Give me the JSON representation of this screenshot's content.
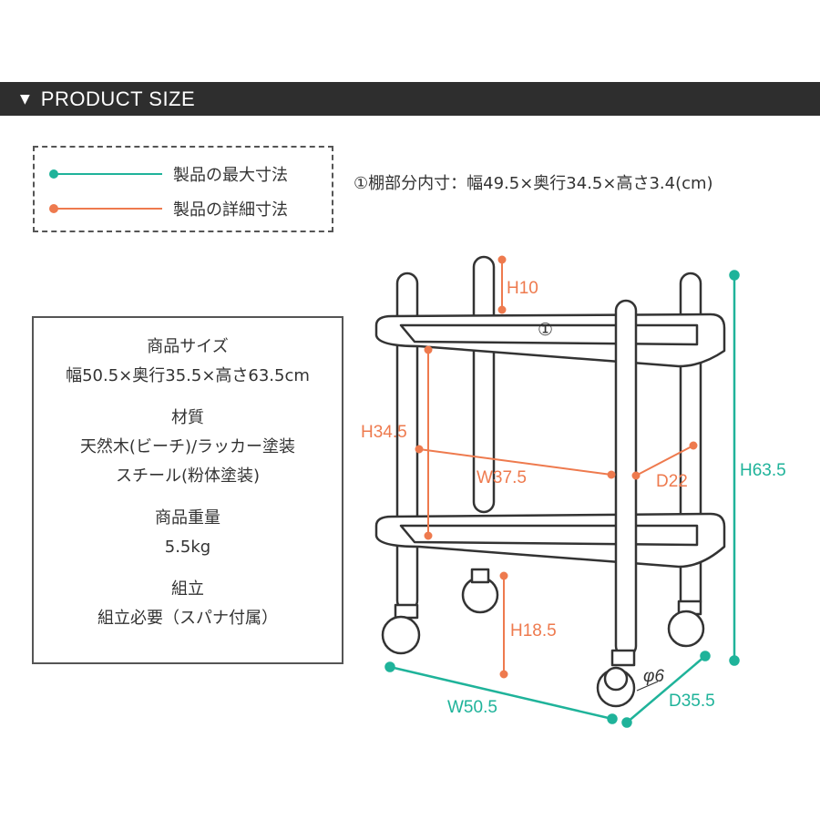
{
  "header": {
    "marker": "▼",
    "title": "PRODUCT SIZE"
  },
  "legend": [
    {
      "label": "製品の最大寸法",
      "color": "#1fb39a"
    },
    {
      "label": "製品の詳細寸法",
      "color": "#ee7a4e"
    }
  ],
  "inner_note": "①棚部分内寸：幅49.5×奥行34.5×高さ3.4(cm)",
  "spec": {
    "size_label": "商品サイズ",
    "size_value": "幅50.5×奥行35.5×高さ63.5cm",
    "material_label": "材質",
    "material_line1": "天然木(ビーチ)/ラッカー塗装",
    "material_line2": "スチール(粉体塗装)",
    "weight_label": "商品重量",
    "weight_value": "5.5kg",
    "assembly_label": "組立",
    "assembly_value": "組立必要（スパナ付属）"
  },
  "dimensions": {
    "h10": "H10",
    "shelf_marker": "①",
    "h34_5": "H34.5",
    "w37_5": "W37.5",
    "d22": "D22",
    "h63_5": "H63.5",
    "h18_5": "H18.5",
    "phi6": "φ6",
    "w50_5": "W50.5",
    "d35_5": "D35.5"
  },
  "colors": {
    "max": "#1fb39a",
    "detail": "#ee7a4e",
    "line": "#333333"
  }
}
